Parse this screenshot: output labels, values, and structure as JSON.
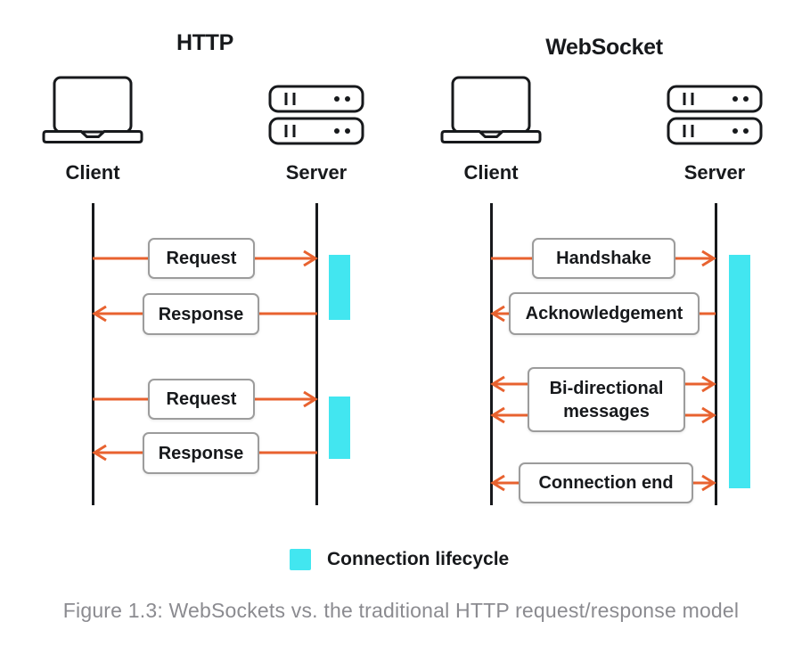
{
  "figure": {
    "caption": "Figure 1.3: WebSockets vs. the traditional HTTP request/response model"
  },
  "legend": {
    "label": "Connection lifecycle",
    "swatch_color": "#42E6F0"
  },
  "colors": {
    "arrow_orange": "#E8622F",
    "lifecycle_cyan": "#42E6F0",
    "line_black": "#17191C",
    "box_border_gray": "#9C9C9C",
    "caption_gray": "#8B8B90"
  },
  "http": {
    "title": "HTTP",
    "client": {
      "label": "Client",
      "icon": "laptop-icon"
    },
    "server": {
      "label": "Server",
      "icon": "server-icon"
    },
    "messages": [
      {
        "label": "Request",
        "direction": "client-to-server"
      },
      {
        "label": "Response",
        "direction": "server-to-client"
      },
      {
        "label": "Request",
        "direction": "client-to-server"
      },
      {
        "label": "Response",
        "direction": "server-to-client"
      }
    ],
    "lifecycle_bar_count": 2
  },
  "websocket": {
    "title": "WebSocket",
    "client": {
      "label": "Client",
      "icon": "laptop-icon"
    },
    "server": {
      "label": "Server",
      "icon": "server-icon"
    },
    "messages": [
      {
        "label": "Handshake",
        "direction": "client-to-server"
      },
      {
        "label": "Acknowledgement",
        "direction": "server-to-client"
      },
      {
        "label": "Bi-directional messages",
        "direction": "bidirectional"
      },
      {
        "label": "Connection end",
        "direction": "bidirectional"
      }
    ],
    "lifecycle_bar_count": 1
  }
}
